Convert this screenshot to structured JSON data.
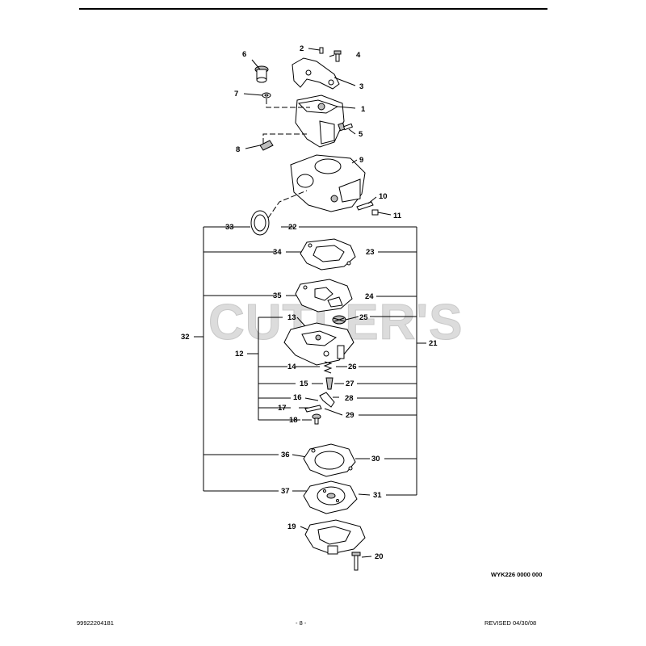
{
  "watermark": "CUTLER'S",
  "drawing_code": "WYK226 0000 000",
  "footer": {
    "part_number": "99922204181",
    "page_label": "- 8 -",
    "revised": "REVISED 04/30/08"
  },
  "callouts": {
    "c1": "1",
    "c2": "2",
    "c3": "3",
    "c4": "4",
    "c5": "5",
    "c6": "6",
    "c7": "7",
    "c8": "8",
    "c9": "9",
    "c10": "10",
    "c11": "11",
    "c12": "12",
    "c13": "13",
    "c14": "14",
    "c15": "15",
    "c16": "16",
    "c17": "17",
    "c18": "18",
    "c19": "19",
    "c20": "20",
    "c21": "21",
    "c22": "22",
    "c23": "23",
    "c24": "24",
    "c25": "25",
    "c26": "26",
    "c27": "27",
    "c28": "28",
    "c29": "29",
    "c30": "30",
    "c31": "31",
    "c32": "32",
    "c33": "33",
    "c34": "34",
    "c35": "35",
    "c36": "36",
    "c37": "37"
  }
}
